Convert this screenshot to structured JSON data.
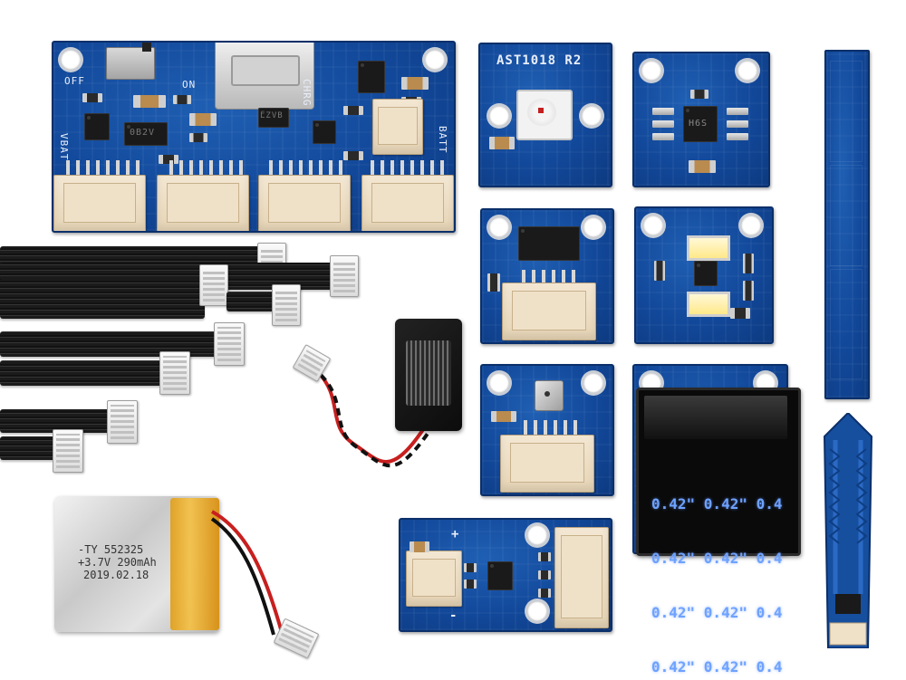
{
  "photo": {
    "power_board": {
      "switch_off": "OFF",
      "switch_on": "ON",
      "chrg": "CHRG",
      "batt": "BATT",
      "vbat": "VBAT",
      "ic_label": "0B2V",
      "ic_label_2": "LZVB"
    },
    "led_module": {
      "title": "AST1018 R2"
    },
    "ic_module": {
      "ic_label": "H6S"
    },
    "oled_module": {
      "rows": [
        "0.42\" 0.42\" 0.4",
        "0.42\" 0.42\" 0.4",
        "0.42\" 0.42\" 0.4",
        "0.42\" 0.42\" 0.4"
      ]
    },
    "driver_module": {
      "plus": "+",
      "minus": "-"
    },
    "battery": {
      "line1": "-TY 552325",
      "line2": "+3.7V 290mAh",
      "line3": "2019.02.18"
    },
    "colors": {
      "pcb_blue": "#12489a",
      "connector_cream": "#efe1c8",
      "oled_blue": "#6ea2ff",
      "wire_red": "#c81f1f",
      "kapton": "#f3c14a"
    }
  }
}
